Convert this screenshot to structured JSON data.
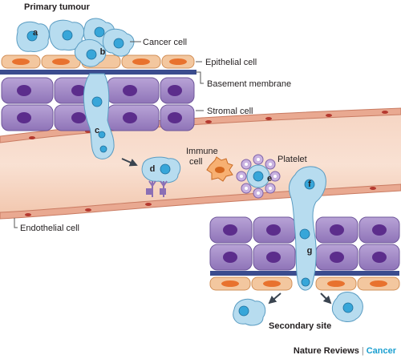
{
  "labels": {
    "primary_tumour": "Primary tumour",
    "cancer_cell": "Cancer cell",
    "epithelial_cell": "Epithelial cell",
    "basement_membrane": "Basement membrane",
    "stromal_cell": "Stromal cell",
    "immune_cell": "Immune cell",
    "platelet": "Platelet",
    "endothelial_cell": "Endothelial cell",
    "secondary_site": "Secondary site"
  },
  "steps": [
    "a",
    "b",
    "c",
    "d",
    "e",
    "f",
    "g"
  ],
  "credit": {
    "publisher": "Nature Reviews",
    "journal": "Cancer"
  },
  "colors": {
    "cancer_cell": "#b7dcef",
    "cancer_nucleus": "#37a6d9",
    "epithelial": "#f3c79f",
    "epithelial_nucleus": "#e8722e",
    "basement_membrane": "#3b4c8e",
    "stromal": "#9f86c4",
    "stromal_nucleus": "#5c2d8c",
    "vessel": "#f4cdb7",
    "vessel_wall": "#d9957c",
    "immune": "#f19642",
    "platelet": "#b79ecd"
  }
}
